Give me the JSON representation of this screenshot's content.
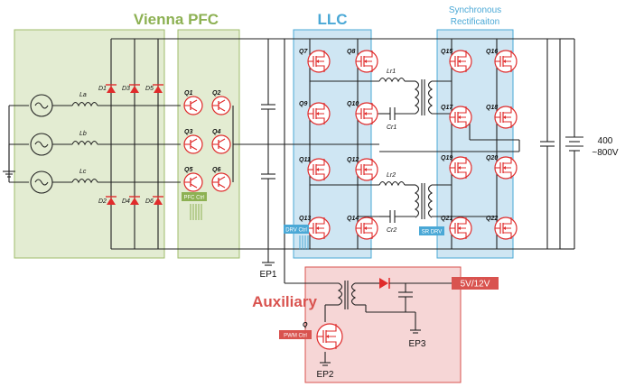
{
  "sections": {
    "vienna_pfc": {
      "title": "Vienna PFC",
      "color": "#8db153"
    },
    "llc": {
      "title": "LLC",
      "color": "#4aa8d6"
    },
    "sync_rect": {
      "title_line1": "Synchronous",
      "title_line2": "Rectificaiton",
      "color": "#4aa8d6"
    },
    "auxiliary": {
      "title": "Auxiliary",
      "color": "#d9534f"
    }
  },
  "labels": {
    "inductors": {
      "a": "La",
      "b": "Lb",
      "c": "Lc",
      "r1": "Lr1",
      "r2": "Lr2"
    },
    "capacitors": {
      "r1": "Cr1",
      "r2": "Cr2"
    },
    "diodes": [
      "D1",
      "D2",
      "D3",
      "D4",
      "D5",
      "D6"
    ],
    "pfc_switches": [
      "Q1",
      "Q2",
      "Q3",
      "Q4",
      "Q5",
      "Q6"
    ],
    "llc_switches": [
      "Q7",
      "Q8",
      "Q9",
      "Q10",
      "Q11",
      "Q12",
      "Q13",
      "Q14"
    ],
    "sr_switches": [
      "Q15",
      "Q16",
      "Q17",
      "Q18",
      "Q19",
      "Q20",
      "Q21",
      "Q22"
    ],
    "aux_switch": "Q",
    "ep1": "EP1",
    "ep2": "EP2",
    "ep3": "EP3",
    "output_voltage_line1": "400",
    "output_voltage_line2": "~800V"
  },
  "tags": {
    "pfc_ctrl": "PFC Ctrl",
    "drv_ctrl": "DRV Ctrl",
    "sr_drv": "SR DRV",
    "pwm_ctrl": "PWM Ctrl",
    "aux_out": "5V/12V"
  }
}
